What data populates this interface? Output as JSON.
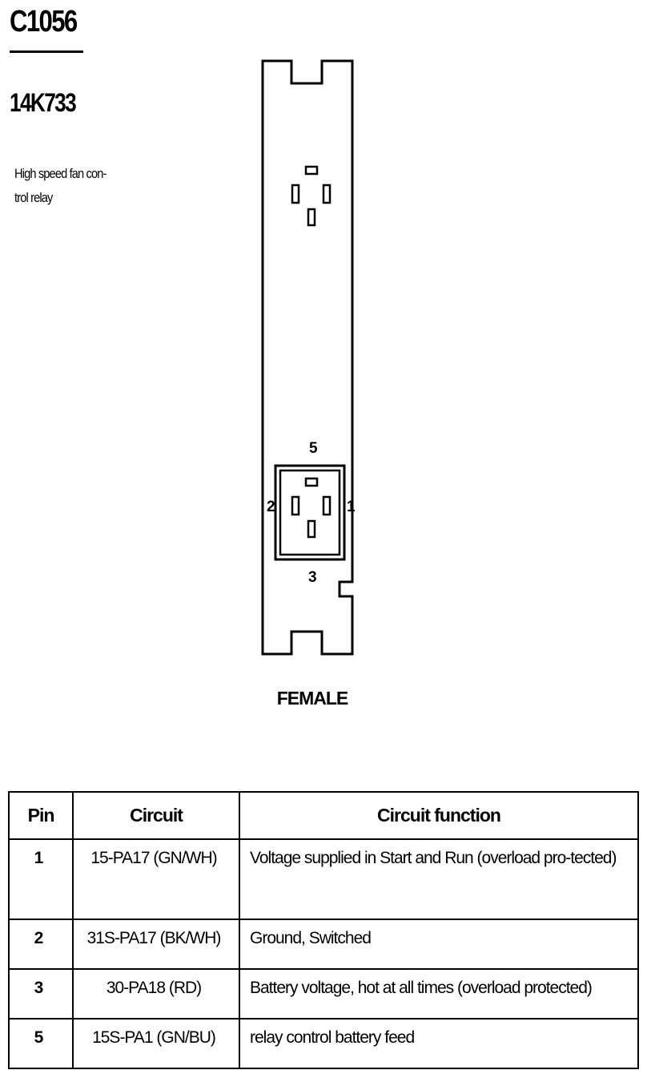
{
  "connector": {
    "id": "C1056",
    "part_number": "14K733",
    "description_lines": [
      "High speed fan con-",
      "trol relay"
    ],
    "gender": "FEMALE"
  },
  "diagram": {
    "pin_labels": [
      "5",
      "2",
      "1",
      "3"
    ]
  },
  "table": {
    "headers": [
      "Pin",
      "Circuit",
      "Circuit function"
    ],
    "rows": [
      {
        "pin": "1",
        "circuit": "15-PA17 (GN/WH)",
        "function": "Voltage supplied in Start and Run (overload pro-tected)"
      },
      {
        "pin": "2",
        "circuit": "31S-PA17 (BK/WH)",
        "function": "Ground, Switched"
      },
      {
        "pin": "3",
        "circuit": "30-PA18 (RD)",
        "function": "Battery voltage, hot at all times (overload protected)"
      },
      {
        "pin": "5",
        "circuit": "15S-PA1 (GN/BU)",
        "function": "relay control battery feed"
      }
    ]
  }
}
